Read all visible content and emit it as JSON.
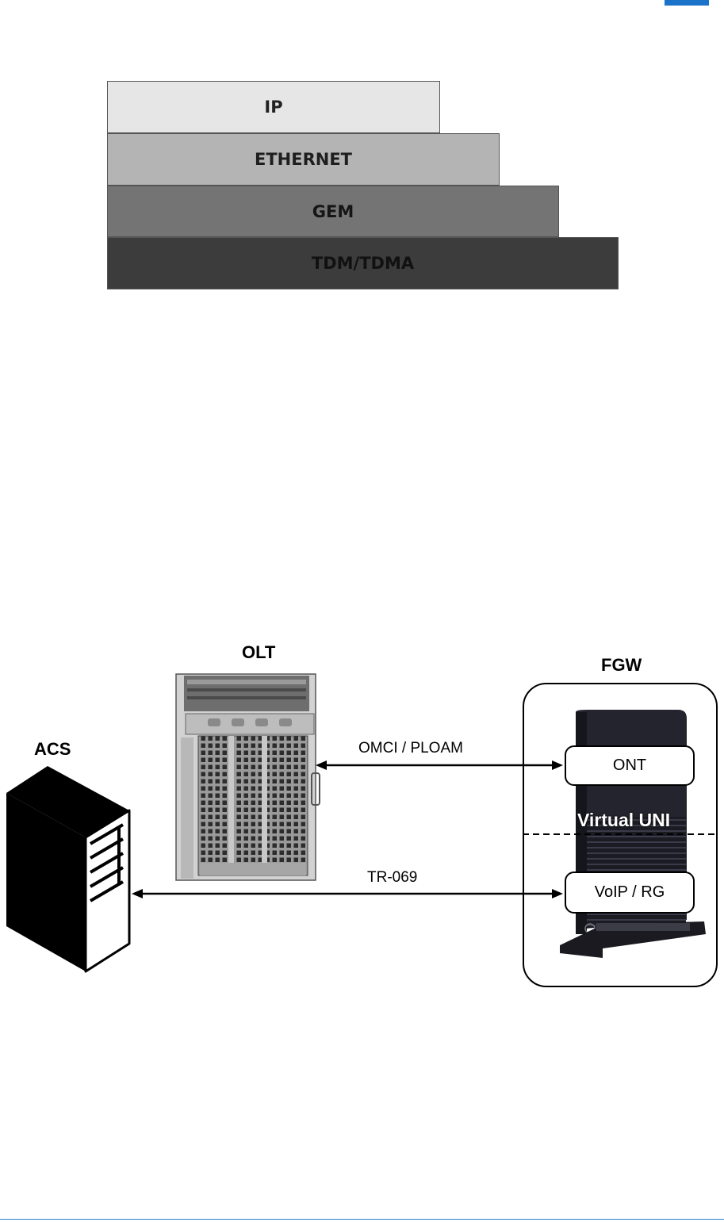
{
  "protocol_stack": {
    "layers": [
      "IP",
      "ETHERNET",
      "GEM",
      "TDM/TDMA"
    ],
    "colors": [
      "#e6e6e6",
      "#b4b4b4",
      "#747474",
      "#3c3c3c"
    ]
  },
  "diagram": {
    "olt_label": "OLT",
    "fgw_label": "FGW",
    "acs_label": "ACS",
    "omci_link_label": "OMCI / PLOAM",
    "tr069_link_label": "TR-069",
    "ont_label": "ONT",
    "voip_label": "VoIP / RG",
    "virtual_uni_label": "Virtual UNI",
    "icons": [
      "olt-chassis-icon",
      "acs-server-icon",
      "fgw-router-icon"
    ]
  },
  "accent_color": "#1a73c8"
}
